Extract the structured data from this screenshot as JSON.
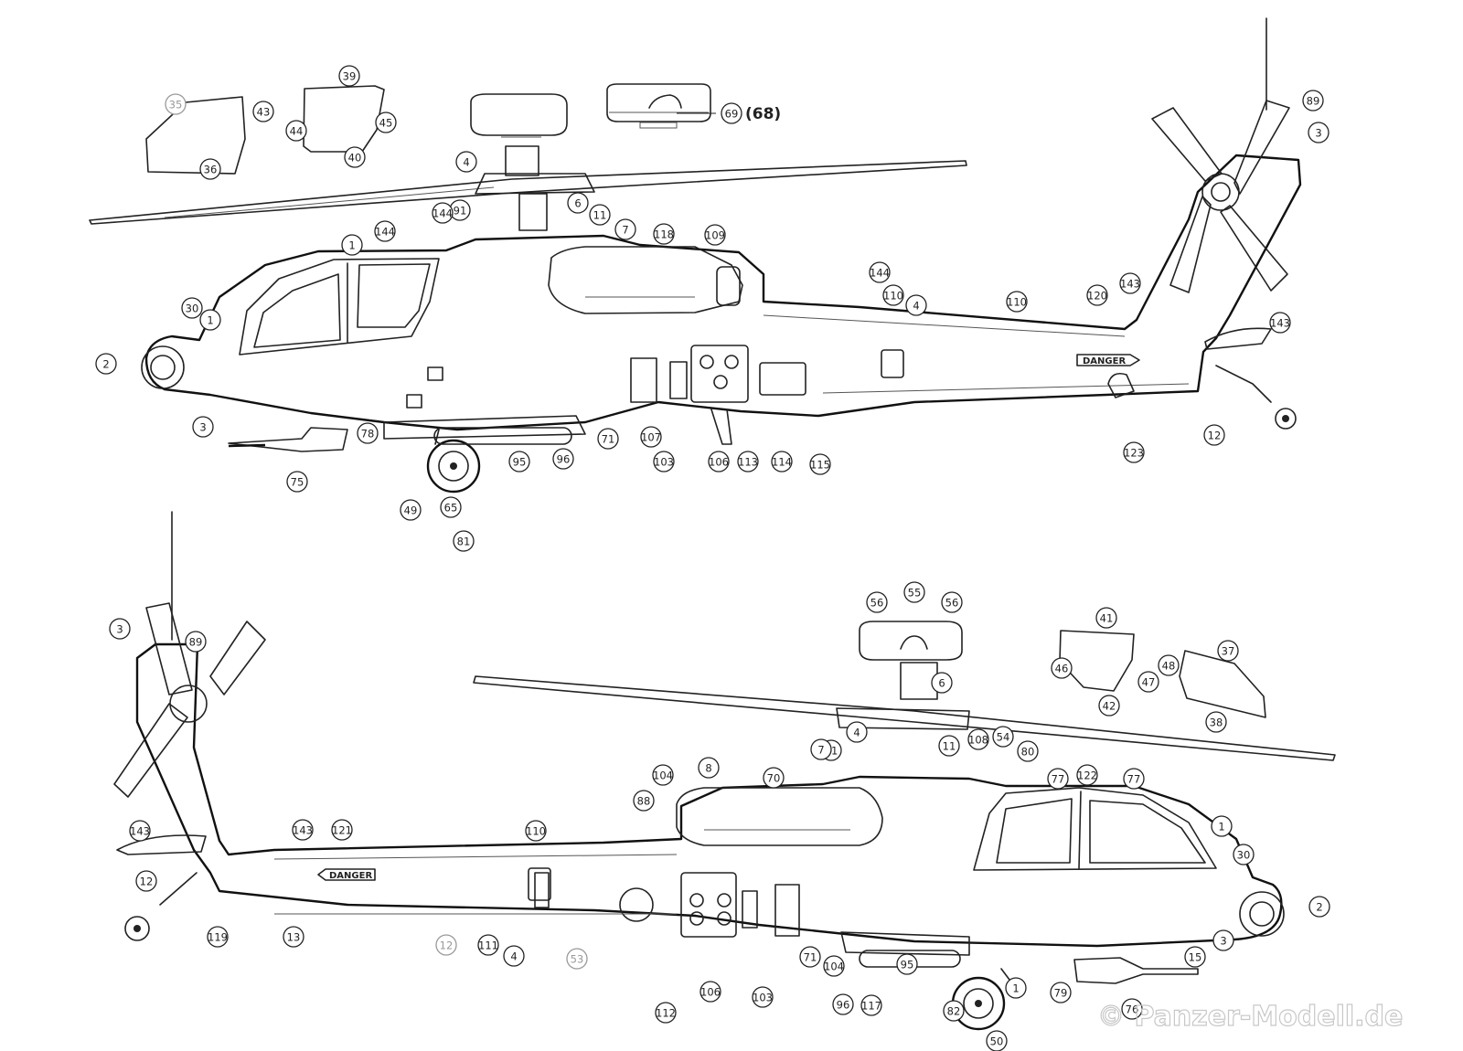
{
  "top_view": {
    "callouts": [
      {
        "n": "35",
        "faint": true
      },
      {
        "n": "43"
      },
      {
        "n": "36"
      },
      {
        "n": "39"
      },
      {
        "n": "44"
      },
      {
        "n": "45"
      },
      {
        "n": "40"
      },
      {
        "n": "69"
      },
      {
        "n": "4"
      },
      {
        "n": "6"
      },
      {
        "n": "91"
      },
      {
        "n": "144"
      },
      {
        "n": "144"
      },
      {
        "n": "11"
      },
      {
        "n": "7"
      },
      {
        "n": "118"
      },
      {
        "n": "109"
      },
      {
        "n": "1"
      },
      {
        "n": "30"
      },
      {
        "n": "1"
      },
      {
        "n": "2"
      },
      {
        "n": "3"
      },
      {
        "n": "78"
      },
      {
        "n": "75"
      },
      {
        "n": "49"
      },
      {
        "n": "65"
      },
      {
        "n": "81"
      },
      {
        "n": "95"
      },
      {
        "n": "96"
      },
      {
        "n": "71"
      },
      {
        "n": "107"
      },
      {
        "n": "103"
      },
      {
        "n": "106"
      },
      {
        "n": "113"
      },
      {
        "n": "114"
      },
      {
        "n": "115"
      },
      {
        "n": "144"
      },
      {
        "n": "110"
      },
      {
        "n": "4"
      },
      {
        "n": "110"
      },
      {
        "n": "120"
      },
      {
        "n": "143"
      },
      {
        "n": "123"
      },
      {
        "n": "12"
      },
      {
        "n": "89"
      },
      {
        "n": "3"
      },
      {
        "n": "143"
      }
    ],
    "paren_label": "(68)",
    "danger_label": "DANGER"
  },
  "bottom_view": {
    "callouts": [
      {
        "n": "56"
      },
      {
        "n": "55"
      },
      {
        "n": "56"
      },
      {
        "n": "41"
      },
      {
        "n": "46"
      },
      {
        "n": "47"
      },
      {
        "n": "42"
      },
      {
        "n": "48"
      },
      {
        "n": "37"
      },
      {
        "n": "38"
      },
      {
        "n": "3"
      },
      {
        "n": "89"
      },
      {
        "n": "143"
      },
      {
        "n": "143"
      },
      {
        "n": "121"
      },
      {
        "n": "12"
      },
      {
        "n": "119"
      },
      {
        "n": "13"
      },
      {
        "n": "12",
        "faint": true
      },
      {
        "n": "111"
      },
      {
        "n": "4"
      },
      {
        "n": "53",
        "faint": true
      },
      {
        "n": "110"
      },
      {
        "n": "88"
      },
      {
        "n": "104"
      },
      {
        "n": "8"
      },
      {
        "n": "70"
      },
      {
        "n": "11"
      },
      {
        "n": "7"
      },
      {
        "n": "4"
      },
      {
        "n": "6"
      },
      {
        "n": "11"
      },
      {
        "n": "108"
      },
      {
        "n": "54"
      },
      {
        "n": "80"
      },
      {
        "n": "77"
      },
      {
        "n": "122"
      },
      {
        "n": "77"
      },
      {
        "n": "1"
      },
      {
        "n": "30"
      },
      {
        "n": "2"
      },
      {
        "n": "3"
      },
      {
        "n": "15"
      },
      {
        "n": "76"
      },
      {
        "n": "79"
      },
      {
        "n": "1"
      },
      {
        "n": "50"
      },
      {
        "n": "82"
      },
      {
        "n": "95"
      },
      {
        "n": "117"
      },
      {
        "n": "96"
      },
      {
        "n": "104"
      },
      {
        "n": "71"
      },
      {
        "n": "103"
      },
      {
        "n": "106"
      },
      {
        "n": "112"
      }
    ],
    "danger_label": "DANGER"
  },
  "watermark": "© Panzer-Modell.de"
}
